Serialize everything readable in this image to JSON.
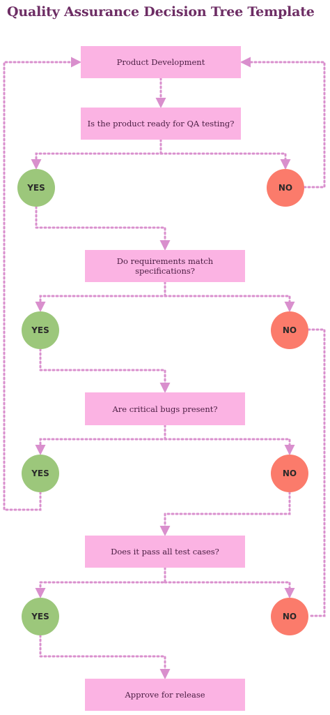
{
  "title": "Quality Assurance Decision Tree Template",
  "colors": {
    "box": "#fbb3e3",
    "yes": "#9cc77b",
    "no": "#fb7b6b",
    "connector": "#d98fcd",
    "title": "#6d2d64"
  },
  "nodes": {
    "start": "Product Development",
    "q1": "Is the product ready for QA testing?",
    "q2": "Do requirements match specifications?",
    "q3": "Are critical bugs present?",
    "q4": "Does it pass all test cases?",
    "end": "Approve for release"
  },
  "answers": {
    "q1_yes": "YES",
    "q1_no": "NO",
    "q2_yes": "YES",
    "q2_no": "NO",
    "q3_yes": "YES",
    "q3_no": "NO",
    "q4_yes": "YES",
    "q4_no": "NO"
  }
}
